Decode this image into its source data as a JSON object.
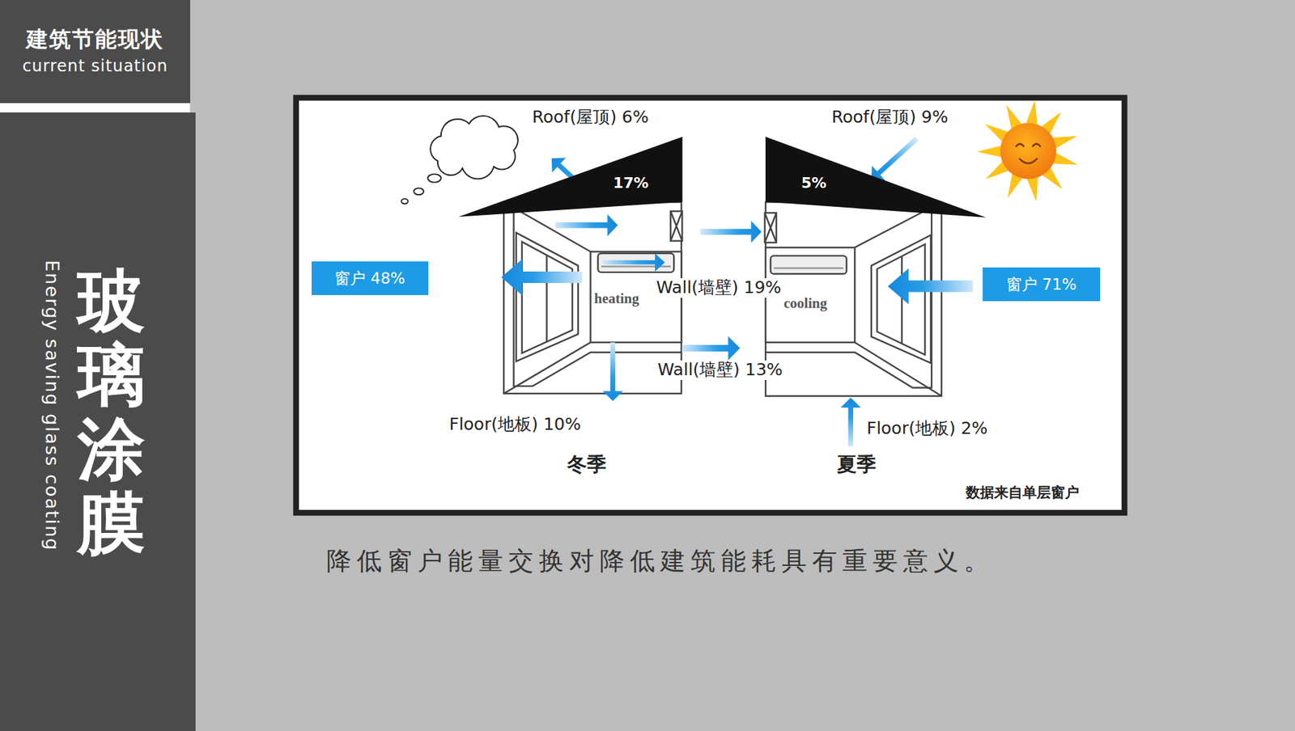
{
  "diagram": {
    "caption": "降低窗户能量交换对降低建筑能耗具有重要意义。",
    "nodes": [
      {
        "text": [
          "建筑节能现状",
          "current situation"
        ]
      },
      {
        "text": [
          "玻璃涂膜",
          "Energy saving glass coating"
        ]
      },
      {
        "text": [
          "17%"
        ]
      },
      {
        "text": [
          "5%"
        ]
      },
      {
        "text": [
          "窗户 48%"
        ]
      },
      {
        "text": [
          "窗户 71%"
        ]
      }
    ],
    "labels": [
      "Roof(屋顶) 6%",
      "Roof(屋顶) 9%",
      "heating",
      "Wall(墙壁) 19%",
      "cooling",
      "Wall(墙壁) 13%",
      "Floor(地板) 10%",
      "Floor(地板) 2%",
      "冬季",
      "夏季",
      "数据来自单层窗户"
    ]
  }
}
